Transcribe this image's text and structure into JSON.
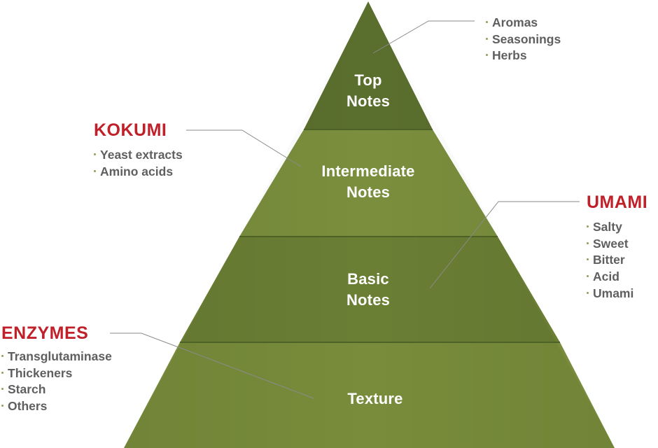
{
  "pyramid": {
    "tiers": [
      {
        "lines": [
          "Top",
          "Notes"
        ]
      },
      {
        "lines": [
          "Intermediate",
          "Notes"
        ]
      },
      {
        "lines": [
          "Basic",
          "Notes"
        ]
      },
      {
        "lines": [
          "Texture"
        ]
      }
    ],
    "colors": {
      "tier_top": "#5a6e2d",
      "tier_intermediate": "#7a8e3d",
      "tier_basic": "#6a7e34",
      "tier_texture": "#788c3b",
      "divider": "#4e6126",
      "label": "#ffffff"
    }
  },
  "annotations": {
    "top_notes_items": [
      "Aromas",
      "Seasonings",
      "Herbs"
    ],
    "kokumi": {
      "title": "KOKUMI",
      "items": [
        "Yeast extracts",
        "Amino acids"
      ]
    },
    "umami": {
      "title": "UMAMI",
      "items": [
        "Salty",
        "Sweet",
        "Bitter",
        "Acid",
        "Umami"
      ]
    },
    "enzymes": {
      "title": "ENZYMES",
      "items": [
        "Transglutaminase",
        "Thickeners",
        "Starch",
        "Others"
      ]
    },
    "colors": {
      "title": "#c0202a",
      "item_text": "#5f5f5f",
      "bullet": "#8fa05a",
      "leader_line": "#8a8a8a"
    }
  }
}
